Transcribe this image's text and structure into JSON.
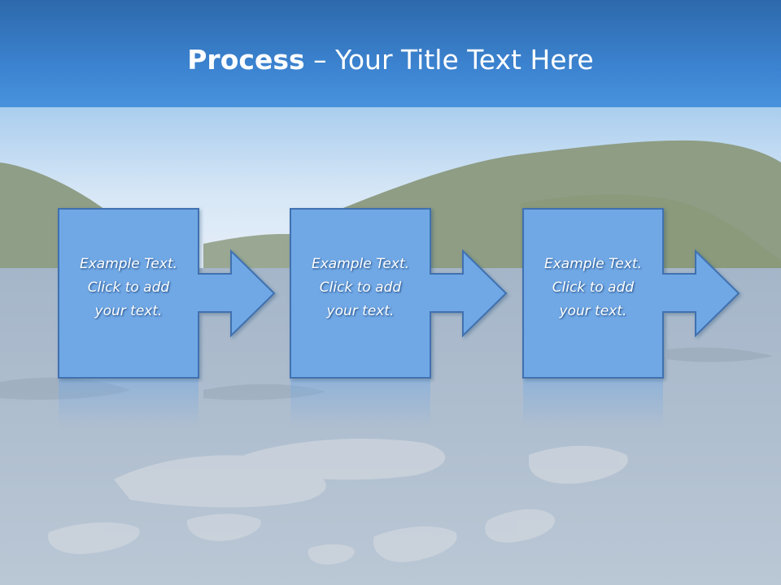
{
  "slide": {
    "title_bold": "Process",
    "title_rest": " – Your Title Text Here"
  },
  "colors": {
    "title_bar": "#3b82cf",
    "box_fill": "#70a8e6",
    "box_stroke": "#3f71b0",
    "text": "#ffffff"
  },
  "process": {
    "steps": [
      {
        "lines": [
          "Example Text.",
          "Click  to add",
          "your text."
        ]
      },
      {
        "lines": [
          "Example Text.",
          "Click  to add",
          "your text."
        ]
      },
      {
        "lines": [
          "Example Text.",
          "Click  to add",
          "your text."
        ]
      }
    ]
  }
}
